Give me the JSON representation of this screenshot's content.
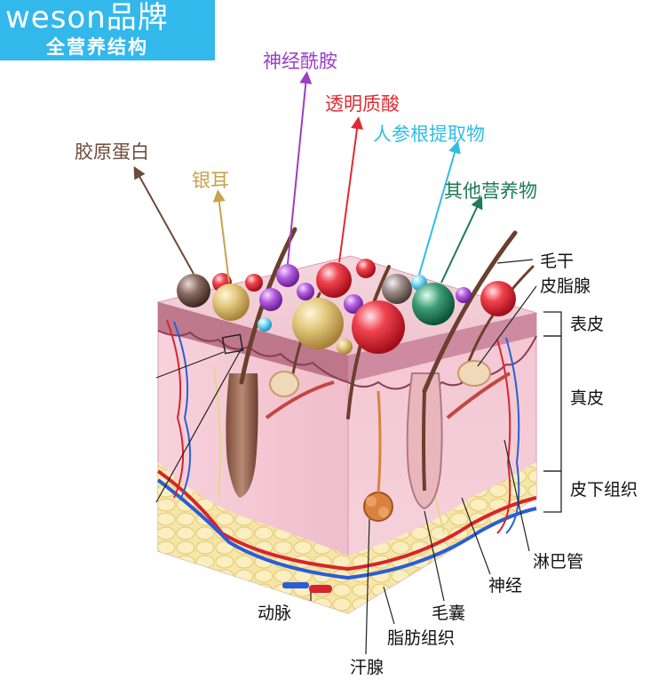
{
  "brand": {
    "title": "weson品牌",
    "subtitle": "全营养结构"
  },
  "nutrients": [
    {
      "key": "collagen",
      "label": "胶原蛋白",
      "color": "#6e4a3c"
    },
    {
      "key": "tremella",
      "label": "银耳",
      "color": "#c9a24e"
    },
    {
      "key": "ceramide",
      "label": "神经酰胺",
      "color": "#9b3fc4"
    },
    {
      "key": "hyaluronic",
      "label": "透明质酸",
      "color": "#e02a33"
    },
    {
      "key": "ginseng",
      "label": "人参根提取物",
      "color": "#2fbde3"
    },
    {
      "key": "other",
      "label": "其他营养物",
      "color": "#1d7b55"
    }
  ],
  "layers": {
    "epidermis": "表皮",
    "dermis": "真皮",
    "subcutaneous": "皮下组织"
  },
  "structures": {
    "hair_shaft": "毛干",
    "sebaceous_gland": "皮脂腺",
    "lymphatic": "淋巴管",
    "nerve": "神经",
    "follicle": "毛囊",
    "fat": "脂肪组织",
    "sweat_gland": "汗腺",
    "artery": "动脉"
  }
}
